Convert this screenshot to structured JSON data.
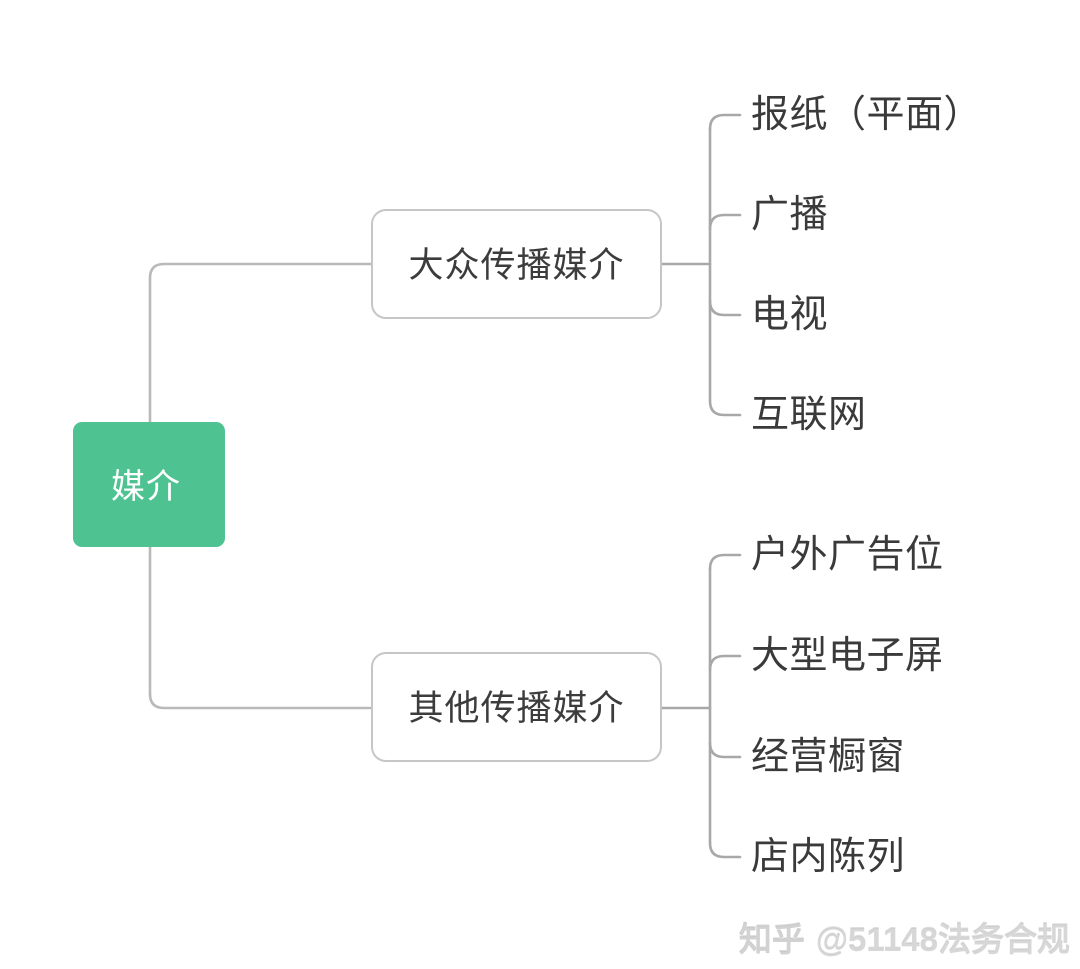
{
  "diagram": {
    "type": "mind-map",
    "background_color": "#ffffff",
    "orientation": "left-to-right",
    "root": {
      "label": "媒介",
      "fill_color": "#4ec290",
      "text_color": "#ffffff"
    },
    "edge_color": "#b9b9b9",
    "branch_border_color": "#c6c6c6",
    "branch_text_color": "#3c3c3c",
    "leaf_text_color": "#3a3a3a",
    "branches": [
      {
        "label": "大众传播媒介",
        "leaves": [
          {
            "label": "报纸（平面）"
          },
          {
            "label": "广播"
          },
          {
            "label": "电视"
          },
          {
            "label": "互联网"
          }
        ]
      },
      {
        "label": "其他传播媒介",
        "leaves": [
          {
            "label": "户外广告位"
          },
          {
            "label": "大型电子屏"
          },
          {
            "label": "经营橱窗"
          },
          {
            "label": "店内陈列"
          }
        ]
      }
    ]
  },
  "watermark": {
    "platform": "知乎",
    "handle": "@51148法务合规"
  }
}
